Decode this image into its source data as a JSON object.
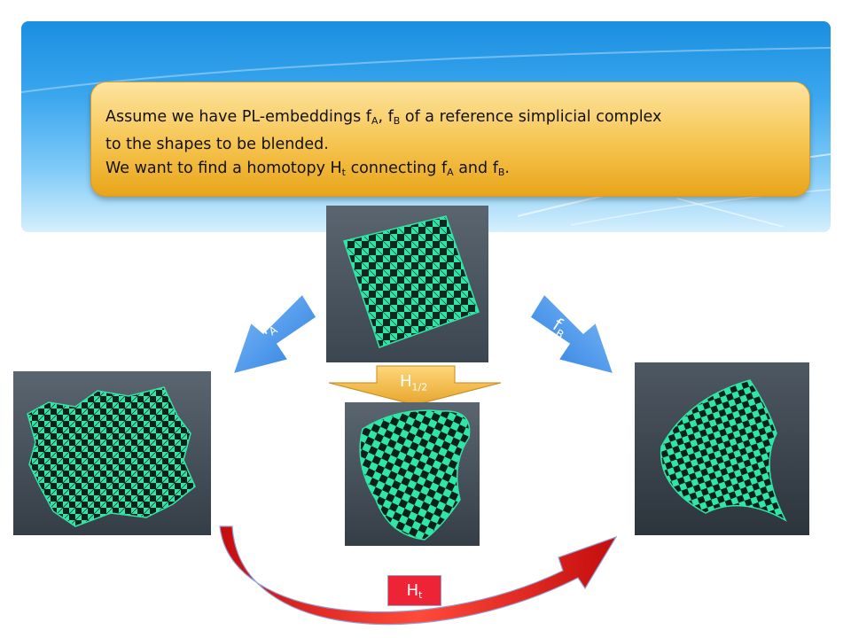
{
  "callout": {
    "line1_a": "Assume we have PL-embeddings f",
    "line1_sub_a": "A",
    "line1_b": ", f",
    "line1_sub_b": "B",
    "line1_c": "  of a reference simplicial complex",
    "line2": "to the shapes to be blended.",
    "line3_a": "We want to find a homotopy  H",
    "line3_sub_t": "t",
    "line3_b": "  connecting f",
    "line3_sub_a": "A",
    "line3_c": " and f",
    "line3_sub_b": "B",
    "line3_d": "."
  },
  "arrows": {
    "fa_main": "f",
    "fa_sub": "A",
    "fb_main": "f",
    "fb_sub": "B",
    "half_main": "H",
    "half_sub": "1/2",
    "ht_main": "H",
    "ht_sub": "t"
  },
  "colors": {
    "mesh_green": "#2fe6a8",
    "panel_bg": "#4a545e",
    "arrow_blue": "#3c8ff0",
    "arrow_gold": "#f0b43c",
    "arc_red": "#d81414",
    "ht_box": "#ee2436"
  }
}
